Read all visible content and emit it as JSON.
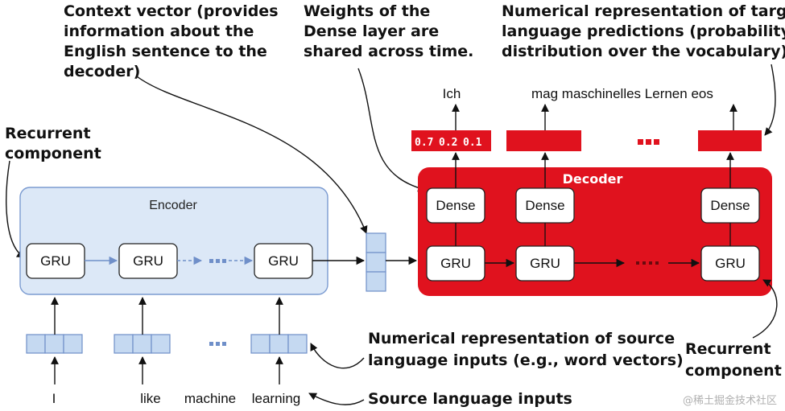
{
  "annotations": {
    "context_vector": [
      "Context vector (provides",
      "information about the",
      "English sentence to the",
      "decoder)"
    ],
    "weights_shared": [
      "Weights of the",
      "Dense layer are",
      "shared across time."
    ],
    "target_repr": [
      "Numerical representation of target",
      "language predictions (probability",
      "distribution over the vocabulary)"
    ],
    "recurrent_left": [
      "Recurrent",
      "component"
    ],
    "recurrent_right": [
      "Recurrent",
      "component"
    ],
    "source_repr": [
      "Numerical representation of source",
      "language inputs (e.g., word vectors)"
    ],
    "source_inputs": "Source language inputs"
  },
  "encoder": {
    "title": "Encoder",
    "gru_labels": [
      "GRU",
      "GRU",
      "GRU"
    ]
  },
  "decoder": {
    "title": "Decoder",
    "gru_labels": [
      "GRU",
      "GRU",
      "GRU"
    ],
    "dense_labels": [
      "Dense",
      "Dense",
      "Dense"
    ]
  },
  "inputs": [
    "I",
    "like",
    "machine",
    "learning"
  ],
  "outputs": {
    "first": "Ich",
    "rest": "mag maschinelles Lernen eos"
  },
  "probabilities": [
    "0.7",
    "0.2",
    "0.1"
  ],
  "watermark": "@稀土掘金技术社区",
  "colors": {
    "encoder_fill": "#dce8f7",
    "encoder_stroke": "#7b9bd1",
    "decoder_red": "#e0121e",
    "vector_fill": "#c5d9f1",
    "vector_stroke": "#6f8fc9"
  }
}
